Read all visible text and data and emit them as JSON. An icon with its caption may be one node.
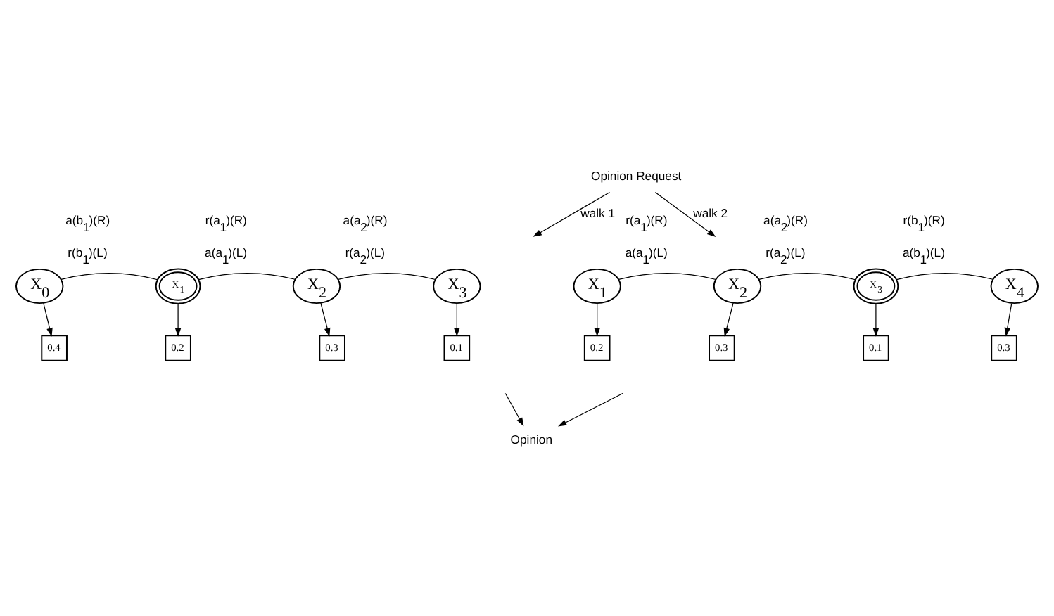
{
  "diagram": {
    "nodes": [
      {
        "text": [
          "Opinion Request"
        ]
      },
      {
        "text": [
          "X$_{0}$"
        ]
      },
      {
        "text": [
          "X$_{1}$"
        ]
      },
      {
        "text": [
          "X$_{2}$"
        ]
      },
      {
        "text": [
          "X$_{3}$"
        ]
      },
      {
        "text": [
          "X$_{1}$"
        ]
      },
      {
        "text": [
          "X$_{2}$"
        ]
      },
      {
        "text": [
          "X$_{3}$"
        ]
      },
      {
        "text": [
          "X$_{4}$"
        ]
      },
      {
        "text": [
          "0.4"
        ]
      },
      {
        "text": [
          "0.2"
        ]
      },
      {
        "text": [
          "0.3"
        ]
      },
      {
        "text": [
          "0.1"
        ]
      },
      {
        "text": [
          "0.2"
        ]
      },
      {
        "text": [
          "0.3"
        ]
      },
      {
        "text": [
          "0.1"
        ]
      },
      {
        "text": [
          "0.3"
        ]
      },
      {
        "text": [
          "Opinion"
        ]
      }
    ],
    "edges": [
      {
        "from": 0,
        "to": null,
        "arrow": "to",
        "label": "walk 1"
      },
      {
        "from": 0,
        "to": null,
        "arrow": "to",
        "label": "walk 2"
      },
      {
        "from": 1,
        "to": 2,
        "arrow": "none",
        "label": "a(b$_{1}$)(R) r(b$_{1}$)(L)"
      },
      {
        "from": 2,
        "to": 3,
        "arrow": "none",
        "label": "r(a$_{1}$)(R) a(a$_{1}$)(L)"
      },
      {
        "from": 3,
        "to": 4,
        "arrow": "none",
        "label": "a(a$_{2}$)(R) r(a$_{2}$)(L)"
      },
      {
        "from": 5,
        "to": 6,
        "arrow": "none",
        "label": "r(a$_{1}$)(R) a(a$_{1}$)(L)"
      },
      {
        "from": 6,
        "to": 7,
        "arrow": "none",
        "label": "a(a$_{2}$)(R) r(a$_{2}$)(L)"
      },
      {
        "from": 7,
        "to": 8,
        "arrow": "none",
        "label": "r(b$_{1}$)(R) a(b$_{1}$)(L)"
      },
      {
        "from": 1,
        "to": 9,
        "arrow": "to"
      },
      {
        "from": 2,
        "to": 10,
        "arrow": "to"
      },
      {
        "from": 3,
        "to": 11,
        "arrow": "to"
      },
      {
        "from": 4,
        "to": 12,
        "arrow": "to"
      },
      {
        "from": 5,
        "to": 13,
        "arrow": "to"
      },
      {
        "from": 6,
        "to": 14,
        "arrow": "to"
      },
      {
        "from": 7,
        "to": 15,
        "arrow": "to"
      },
      {
        "from": 8,
        "to": 16,
        "arrow": "to"
      },
      {
        "from": null,
        "to": 17,
        "arrow": "to"
      },
      {
        "from": null,
        "to": 17,
        "arrow": "to"
      }
    ]
  }
}
